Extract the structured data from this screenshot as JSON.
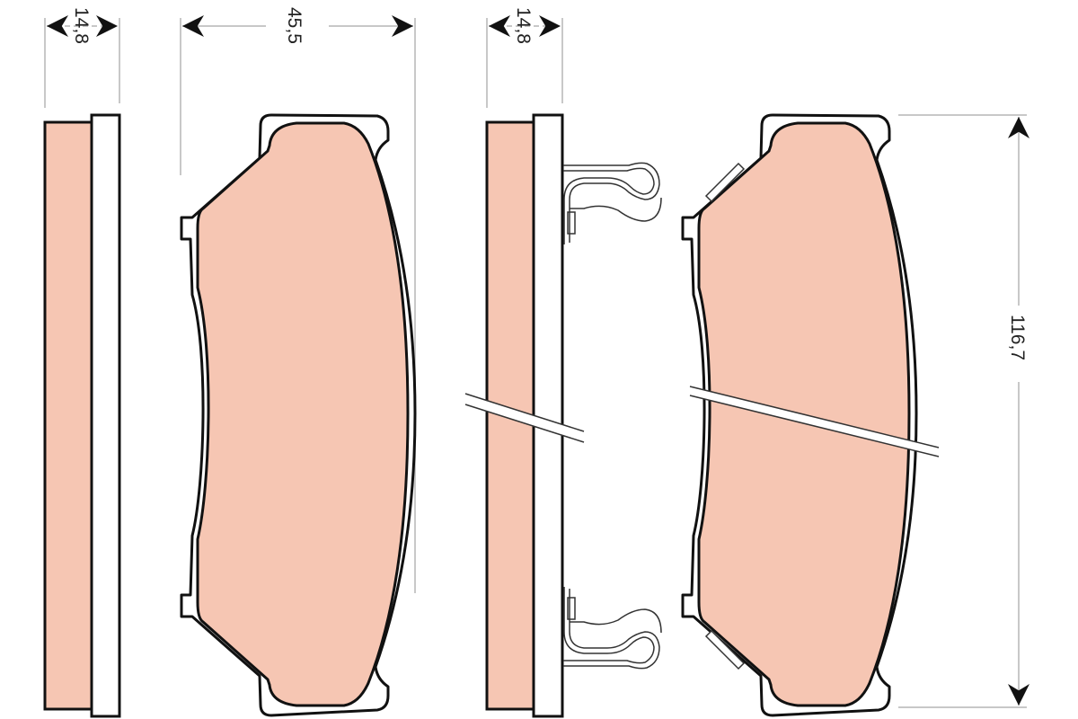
{
  "title": "Brake pad set technical drawing",
  "colors": {
    "friction": "#f6c6b3",
    "outline": "#111111",
    "dimension_line": "#c8c8c8",
    "text": "#222222",
    "background": "#ffffff"
  },
  "dimensions": {
    "thickness_left": "14,8",
    "width": "45,5",
    "thickness_right": "14,8",
    "height": "116,7"
  },
  "parts": [
    {
      "id": "pad-1-side",
      "view": "side view",
      "with_clips": false
    },
    {
      "id": "pad-1-front",
      "view": "front view",
      "with_wear_indicator": false
    },
    {
      "id": "pad-2-side",
      "view": "side view",
      "with_clips": true
    },
    {
      "id": "pad-2-front",
      "view": "front view",
      "with_wear_indicator": true
    }
  ]
}
